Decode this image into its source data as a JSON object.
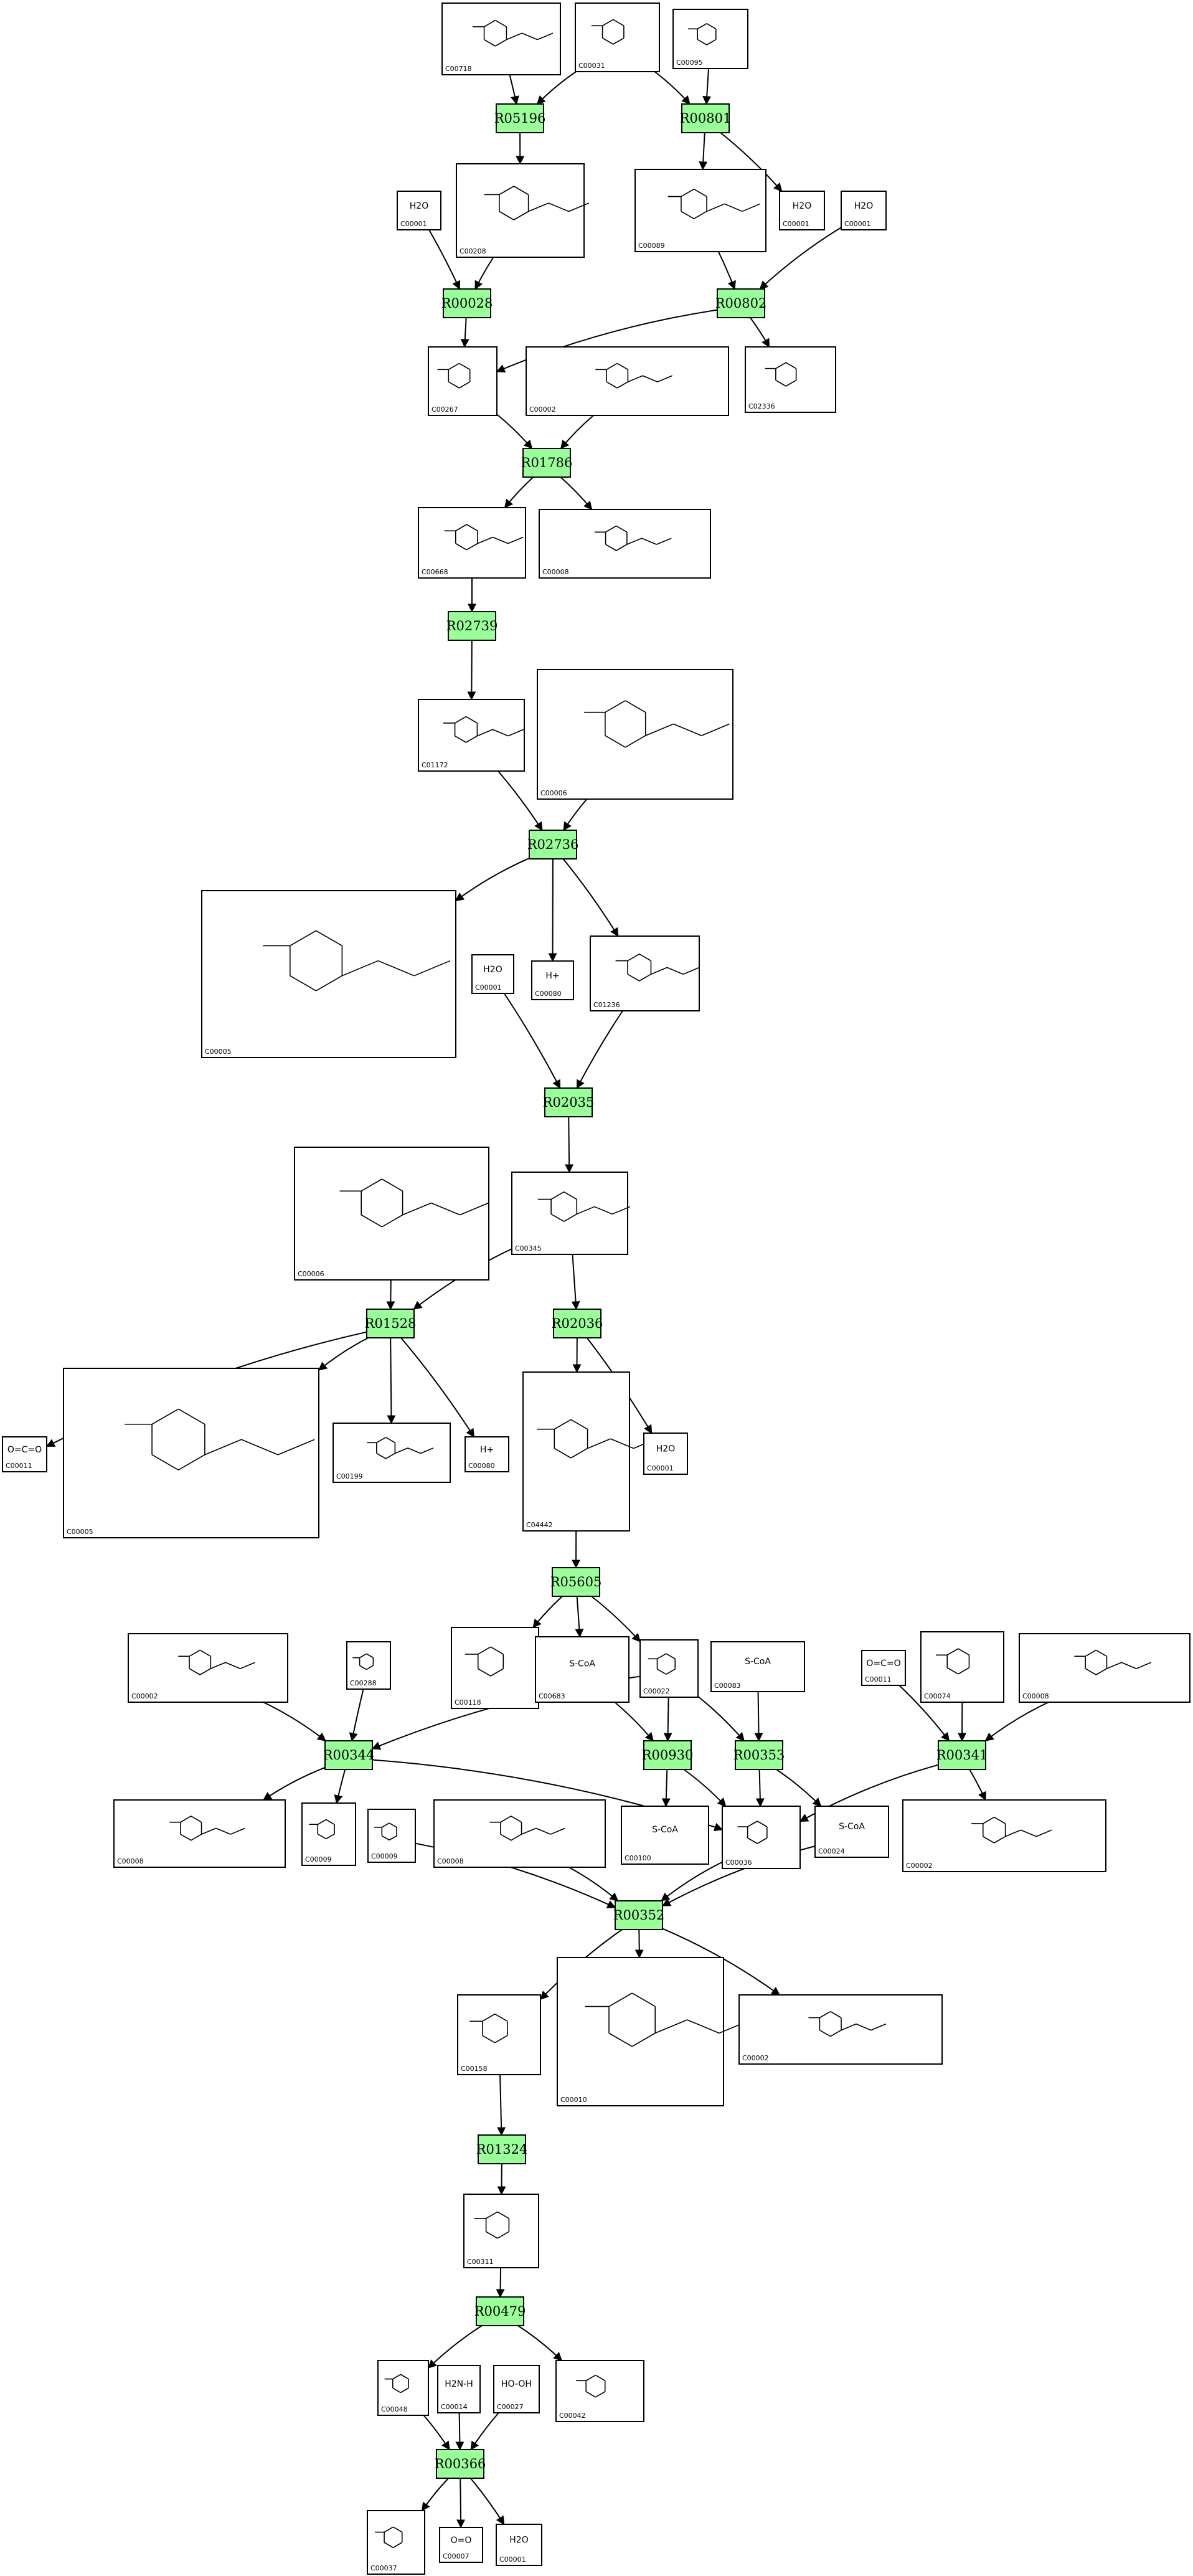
{
  "reactions": [
    {
      "id": "r05196",
      "label": "R05196"
    },
    {
      "id": "r00801",
      "label": "R00801"
    },
    {
      "id": "r00028",
      "label": "R00028"
    },
    {
      "id": "r00802",
      "label": "R00802"
    },
    {
      "id": "r01786",
      "label": "R01786"
    },
    {
      "id": "r02739",
      "label": "R02739"
    },
    {
      "id": "r02736",
      "label": "R02736"
    },
    {
      "id": "r02035",
      "label": "R02035"
    },
    {
      "id": "r01528",
      "label": "R01528"
    },
    {
      "id": "r02036",
      "label": "R02036"
    },
    {
      "id": "r05605",
      "label": "R05605"
    },
    {
      "id": "r00344",
      "label": "R00344"
    },
    {
      "id": "r00930",
      "label": "R00930"
    },
    {
      "id": "r00353",
      "label": "R00353"
    },
    {
      "id": "r00341",
      "label": "R00341"
    },
    {
      "id": "r00352",
      "label": "R00352"
    },
    {
      "id": "r01324",
      "label": "R01324"
    },
    {
      "id": "r00479",
      "label": "R00479"
    },
    {
      "id": "r00366",
      "label": "R00366"
    }
  ],
  "compounds": [
    {
      "id": "c00718",
      "label": "C00718",
      "formula": ""
    },
    {
      "id": "c00031",
      "label": "C00031",
      "formula": ""
    },
    {
      "id": "c00095",
      "label": "C00095",
      "formula": ""
    },
    {
      "id": "c00001a",
      "label": "C00001",
      "formula": "H2O"
    },
    {
      "id": "c00208",
      "label": "C00208",
      "formula": ""
    },
    {
      "id": "c00089",
      "label": "C00089",
      "formula": ""
    },
    {
      "id": "c00001b",
      "label": "C00001",
      "formula": "H2O"
    },
    {
      "id": "c00001c",
      "label": "C00001",
      "formula": "H2O"
    },
    {
      "id": "c00267",
      "label": "C00267",
      "formula": ""
    },
    {
      "id": "c00002a",
      "label": "C00002",
      "formula": ""
    },
    {
      "id": "c02336",
      "label": "C02336",
      "formula": ""
    },
    {
      "id": "c00668",
      "label": "C00668",
      "formula": ""
    },
    {
      "id": "c00008",
      "label": "C00008",
      "formula": ""
    },
    {
      "id": "c01172",
      "label": "C01172",
      "formula": ""
    },
    {
      "id": "c00006a",
      "label": "C00006",
      "formula": ""
    },
    {
      "id": "c00005a",
      "label": "C00005",
      "formula": ""
    },
    {
      "id": "c00001d",
      "label": "C00001",
      "formula": "H2O"
    },
    {
      "id": "c00080a",
      "label": "C00080",
      "formula": "H+"
    },
    {
      "id": "c01236",
      "label": "C01236",
      "formula": ""
    },
    {
      "id": "c00006b",
      "label": "C00006",
      "formula": ""
    },
    {
      "id": "c00345",
      "label": "C00345",
      "formula": ""
    },
    {
      "id": "c00011a",
      "label": "C00011",
      "formula": "O=C=O"
    },
    {
      "id": "c00005b",
      "label": "C00005",
      "formula": ""
    },
    {
      "id": "c00199",
      "label": "C00199",
      "formula": ""
    },
    {
      "id": "c00080b",
      "label": "C00080",
      "formula": "H+"
    },
    {
      "id": "c04442",
      "label": "C04442",
      "formula": ""
    },
    {
      "id": "c00001e",
      "label": "C00001",
      "formula": "H2O"
    },
    {
      "id": "c00002b",
      "label": "C00002",
      "formula": ""
    },
    {
      "id": "c00288",
      "label": "C00288",
      "formula": ""
    },
    {
      "id": "c00118",
      "label": "C00118",
      "formula": ""
    },
    {
      "id": "c00683",
      "label": "C00683",
      "formula": "S-CoA"
    },
    {
      "id": "c00022",
      "label": "C00022",
      "formula": ""
    },
    {
      "id": "c00083",
      "label": "C00083",
      "formula": "S-CoA"
    },
    {
      "id": "c00011b",
      "label": "C00011",
      "formula": "O=C=O"
    },
    {
      "id": "c00074",
      "label": "C00074",
      "formula": ""
    },
    {
      "id": "c00008b",
      "label": "C00008",
      "formula": ""
    },
    {
      "id": "c00008c",
      "label": "C00008",
      "formula": ""
    },
    {
      "id": "c00009a",
      "label": "C00009",
      "formula": ""
    },
    {
      "id": "c00009b",
      "label": "C00009",
      "formula": ""
    },
    {
      "id": "c00008d",
      "label": "C00008",
      "formula": ""
    },
    {
      "id": "c00100",
      "label": "C00100",
      "formula": "S-CoA"
    },
    {
      "id": "c00036",
      "label": "C00036",
      "formula": ""
    },
    {
      "id": "c00024",
      "label": "C00024",
      "formula": "S-CoA"
    },
    {
      "id": "c00002c",
      "label": "C00002",
      "formula": ""
    },
    {
      "id": "c00158",
      "label": "C00158",
      "formula": ""
    },
    {
      "id": "c00010",
      "label": "C00010",
      "formula": ""
    },
    {
      "id": "c00002d",
      "label": "C00002",
      "formula": ""
    },
    {
      "id": "c00311",
      "label": "C00311",
      "formula": ""
    },
    {
      "id": "c00048",
      "label": "C00048",
      "formula": ""
    },
    {
      "id": "c00014",
      "label": "C00014",
      "formula": "H2N-H"
    },
    {
      "id": "c00027",
      "label": "C00027",
      "formula": "HO-OH"
    },
    {
      "id": "c00042",
      "label": "C00042",
      "formula": ""
    },
    {
      "id": "c00037",
      "label": "C00037",
      "formula": ""
    },
    {
      "id": "c00007",
      "label": "C00007",
      "formula": "O=O"
    },
    {
      "id": "c00001f",
      "label": "C00001",
      "formula": "H2O"
    }
  ]
}
